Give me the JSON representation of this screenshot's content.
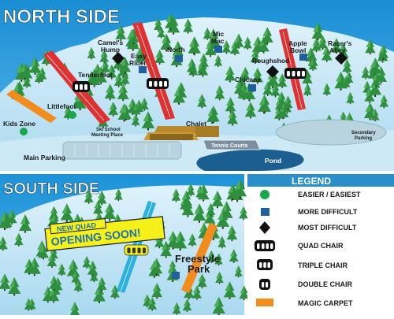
{
  "north": {
    "title": "NORTH SIDE",
    "trails": {
      "camels_hump": "Camel's",
      "camels_hump_2": "Hump",
      "easy_rider": "Easy",
      "easy_rider_2": "Rider",
      "north": "North",
      "mic_mac": "Mic",
      "mic_mac_2": "Mac",
      "apple_bowl": "Apple",
      "apple_bowl_2": "Bowl",
      "racers_alley": "Racer's",
      "racers_alley_2": "Alley",
      "tenderfoot": "Tenderfoot",
      "roughshod": "Roughshod",
      "chicane": "Chicane",
      "littlefoot": "Littlefoot",
      "kids_zone": "Kids Zone"
    },
    "places": {
      "ski_school": "Ski School",
      "ski_school_2": "Meeting Place",
      "chalet": "Chalet",
      "tennis": "Tennis Courts",
      "secondary_parking": "Secondary",
      "secondary_parking_2": "Parking",
      "main_parking": "Main Parking",
      "pond": "Pond"
    }
  },
  "south": {
    "title": "SOUTH SIDE",
    "banner_1": "NEW QUAD",
    "banner_2": "OPENING SOON!",
    "freestyle_1": "Freestyle",
    "freestyle_2": "Park"
  },
  "legend": {
    "title": "LEGEND",
    "items": {
      "easier": "EASIER / EASIEST",
      "more_difficult": "MORE DIFFICULT",
      "most_difficult": "MOST DIFFICULT",
      "quad": "QUAD CHAIR",
      "triple": "TRIPLE CHAIR",
      "double": "DOUBLE CHAIR",
      "carpet": "MAGIC CARPET"
    }
  },
  "colors": {
    "easier": "#1aa64a",
    "more_difficult": "#1e5f9c",
    "most_difficult": "#111111",
    "lift_red": "#e03030",
    "lift_blue": "#2bb0e0",
    "carpet": "#f28c1c",
    "legend_header": "#2a8fc8",
    "banner": "#f5ef1a"
  }
}
